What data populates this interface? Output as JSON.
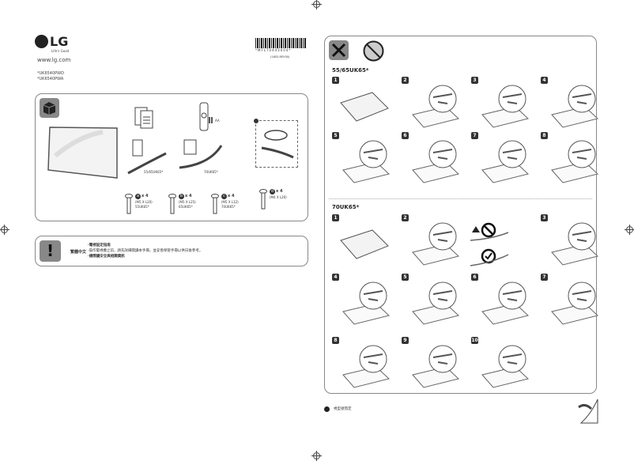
{
  "brand": {
    "logo_text": "LG",
    "tagline": "Life's Good",
    "website": "www.lg.com"
  },
  "models": [
    "*UK6540PWD",
    "*UK6540PWA"
  ],
  "barcode": {
    "code": "*MFL70443004*",
    "revision": "(1803-REV00)"
  },
  "accessories": {
    "stand_labels": [
      "55/65UK65*",
      "70UK65*"
    ],
    "remote_label": "AA",
    "screws": [
      {
        "letter": "a",
        "qty": "x 4",
        "spec": "(M5 X L20)",
        "model": "55UK65*"
      },
      {
        "letter": "b",
        "qty": "x 4",
        "spec": "(M5 X L25)",
        "model": "65UK65*"
      },
      {
        "letter": "c",
        "qty": "x 4",
        "spec": "(M5 X L12)",
        "model": "70UK65*"
      },
      {
        "letter": "d",
        "qty": "x 4",
        "spec": "(M4 X L20)",
        "model": ""
      }
    ]
  },
  "notice": {
    "language": "繁體中文",
    "lines": [
      "·電視設定指南",
      "·操作電視機之前，請先詳細閱讀本手冊，並妥善保管手冊以供日後參考。",
      "·請閱讀安全與相關資訊"
    ]
  },
  "assembly": {
    "section1": {
      "title": "55/65UK65*",
      "steps": [
        "1",
        "2",
        "3",
        "4",
        "5",
        "6",
        "7",
        "8"
      ]
    },
    "section2": {
      "title": "70UK65*",
      "steps": [
        "1",
        "2",
        "3",
        "4",
        "5",
        "6",
        "7",
        "8",
        "9",
        "10"
      ]
    }
  },
  "footer": {
    "note": "視型號而定"
  },
  "colors": {
    "icon_bg": "#555555",
    "border": "#888888"
  }
}
